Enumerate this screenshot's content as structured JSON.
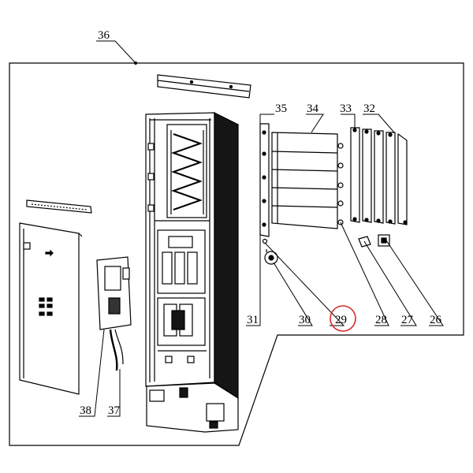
{
  "diagram": {
    "labels": {
      "p26": "26",
      "p27": "27",
      "p28": "28",
      "p29": "29",
      "p30": "30",
      "p31": "31",
      "p32": "32",
      "p33": "33",
      "p34": "34",
      "p35": "35",
      "p36": "36",
      "p37": "37",
      "p38": "38"
    },
    "highlighted_part": "29",
    "highlight_color": "#d62b2b"
  }
}
